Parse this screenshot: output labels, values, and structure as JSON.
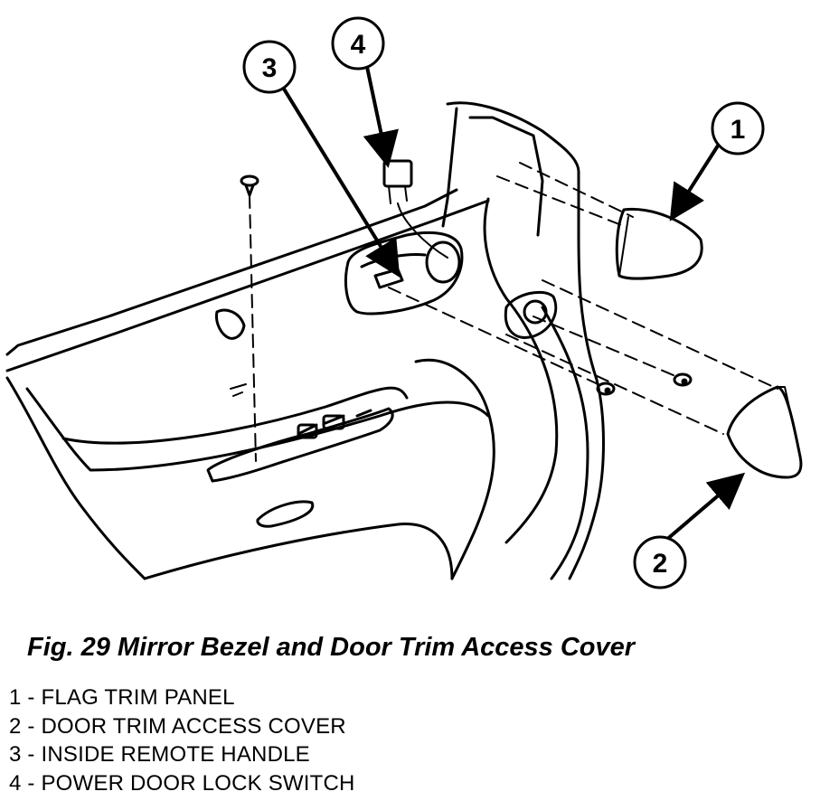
{
  "figure": {
    "caption": "Fig. 29 Mirror Bezel and Door Trim Access Cover",
    "callouts": [
      {
        "number": "1",
        "label": "FLAG TRIM PANEL"
      },
      {
        "number": "2",
        "label": "DOOR TRIM ACCESS COVER"
      },
      {
        "number": "3",
        "label": "INSIDE REMOTE HANDLE"
      },
      {
        "number": "4",
        "label": "POWER DOOR LOCK SWITCH"
      }
    ],
    "legend": [
      "1 - FLAG TRIM PANEL",
      "2 - DOOR TRIM ACCESS COVER",
      "3 - INSIDE REMOTE HANDLE",
      "4 - POWER DOOR LOCK SWITCH"
    ]
  }
}
